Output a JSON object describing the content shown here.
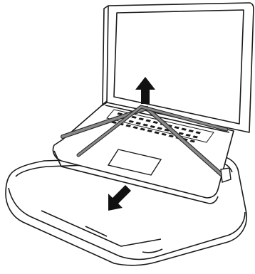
{
  "diagram": {
    "subject": "laptop-on-cooling-pad",
    "colors": {
      "outline": "#1a1a1a",
      "fill": "#ffffff",
      "strap": "#8a8a8a",
      "strap_edge": "#2a2a2a",
      "arrow": "#111111"
    },
    "arrows": [
      {
        "name": "lift-up-arrow",
        "direction": "up"
      },
      {
        "name": "slide-down-arrow",
        "direction": "down-left"
      }
    ]
  }
}
